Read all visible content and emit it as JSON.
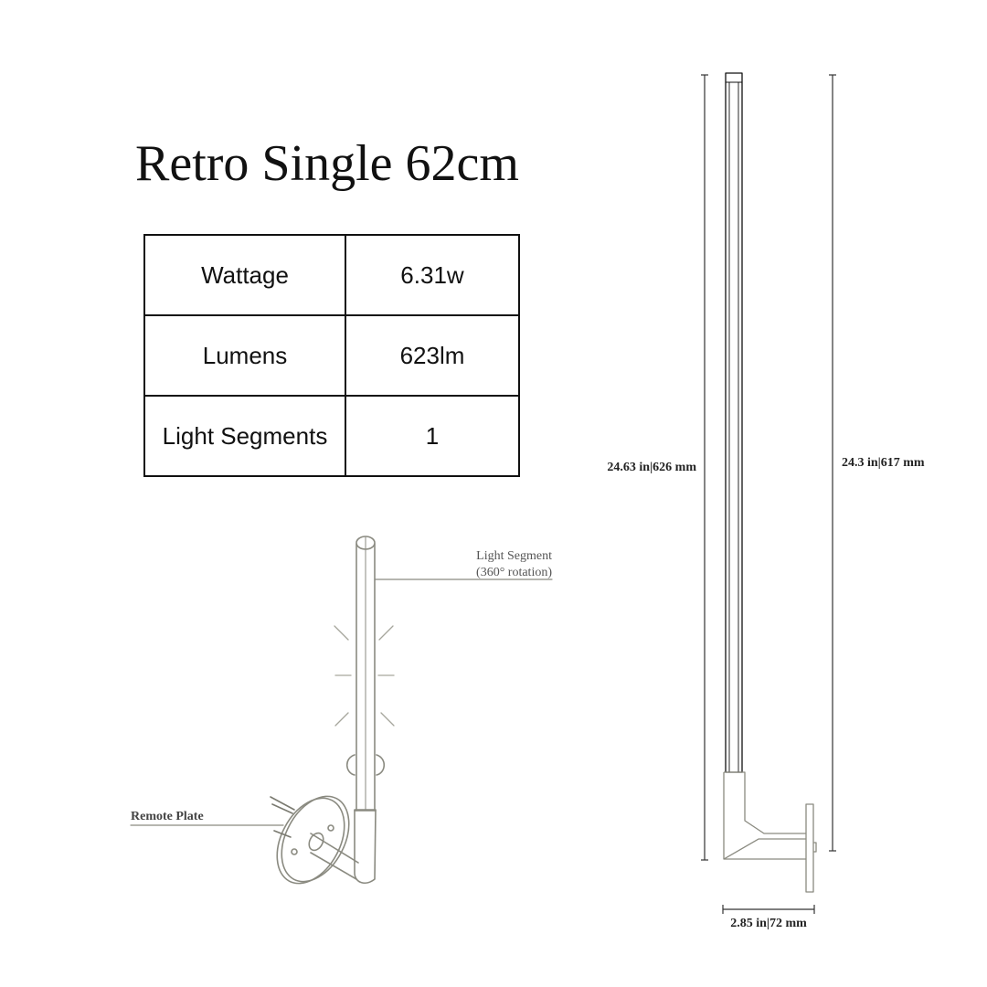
{
  "title": "Retro Single 62cm",
  "specs": [
    {
      "label": "Wattage",
      "value": "6.31w"
    },
    {
      "label": "Lumens",
      "value": "623lm"
    },
    {
      "label": "Light Segments",
      "value": "1"
    }
  ],
  "callouts": {
    "light_segment": "Light Segment",
    "rotation": "(360° rotation)",
    "remote_plate": "Remote Plate"
  },
  "dimensions": {
    "total_height": "24.63 in|626 mm",
    "segment_height": "24.3 in|617 mm",
    "depth": "2.85 in|72 mm"
  },
  "colors": {
    "line": "#111111",
    "sketch": "#8a8a80",
    "dim_line": "#333333"
  }
}
